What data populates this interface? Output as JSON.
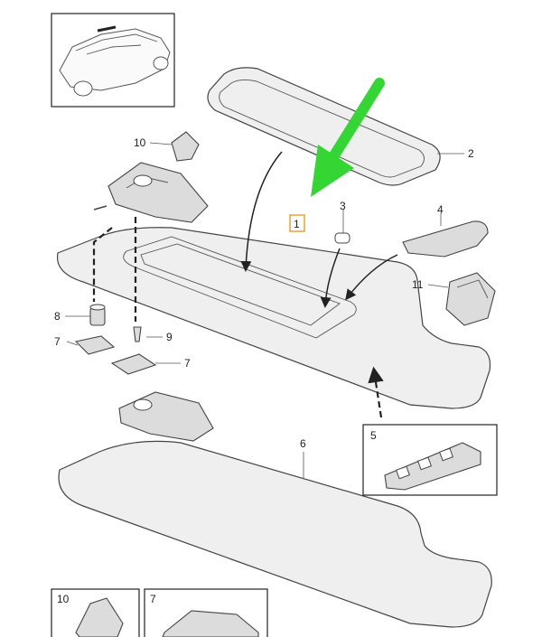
{
  "diagram": {
    "callouts": {
      "c1": "1",
      "c2": "2",
      "c3": "3",
      "c4": "4",
      "c5": "5",
      "c6": "6",
      "c7a": "7",
      "c7b": "7",
      "c8": "8",
      "c9": "9",
      "c10": "10",
      "c11": "11"
    },
    "inset_labels": {
      "inset5": "5",
      "inset10": "10",
      "inset7": "7"
    },
    "colors": {
      "highlight_box": "#f0a030",
      "pointer_arrow": "#33d633"
    }
  }
}
